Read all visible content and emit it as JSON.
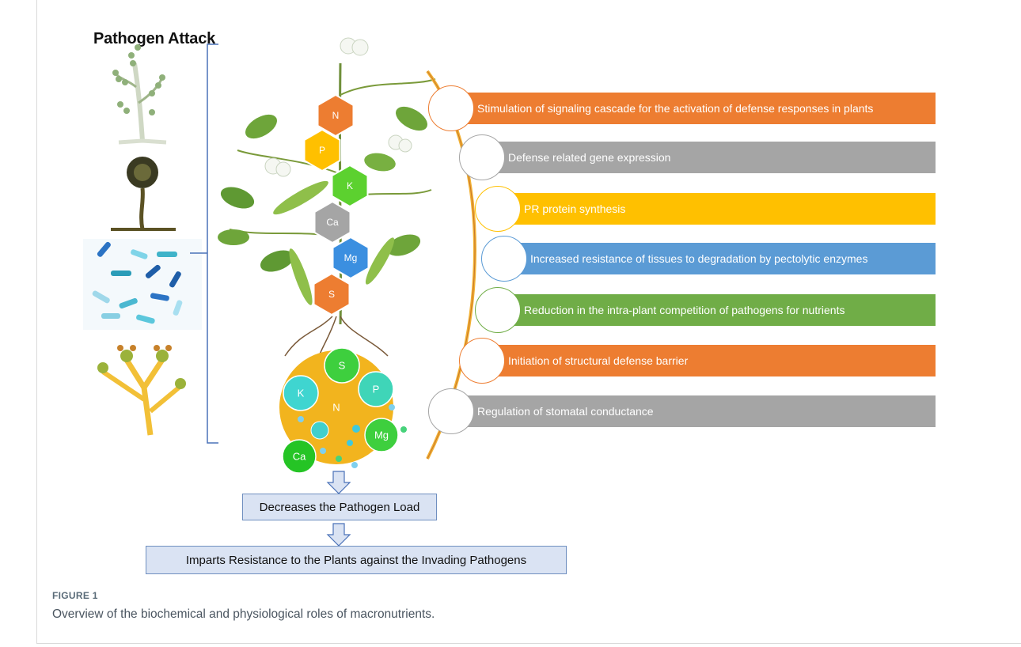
{
  "diagram": {
    "title": "Pathogen Attack",
    "hexagons": [
      {
        "label": "N",
        "color": "#ed7d31"
      },
      {
        "label": "P",
        "color": "#ffc000"
      },
      {
        "label": "K",
        "color": "#5cd12f"
      },
      {
        "label": "Ca",
        "color": "#a5a5a5"
      },
      {
        "label": "Mg",
        "color": "#3b8fe0"
      },
      {
        "label": "S",
        "color": "#ed7d31"
      }
    ],
    "soil_center_label": "N",
    "soil_balls": [
      {
        "label": "S",
        "color": "#3ecf3e"
      },
      {
        "label": "K",
        "color": "#3fd5d0"
      },
      {
        "label": "P",
        "color": "#3fd5b8"
      },
      {
        "label": "Mg",
        "color": "#3ecf3e"
      },
      {
        "label": "Ca",
        "color": "#25c425"
      }
    ],
    "roles": [
      {
        "text": "Stimulation of signaling cascade for the activation of defense responses in plants",
        "color": "#ed7d31"
      },
      {
        "text": "Defense related gene expression",
        "color": "#a5a5a5"
      },
      {
        "text": "PR protein synthesis",
        "color": "#ffc000"
      },
      {
        "text": "Increased resistance of tissues to degradation by pectolytic enzymes",
        "color": "#5b9bd5"
      },
      {
        "text": "Reduction in the intra-plant competition of pathogens for nutrients",
        "color": "#70ad47"
      },
      {
        "text": "Initiation of structural defense barrier",
        "color": "#ed7d31"
      },
      {
        "text": "Regulation of stomatal conductance",
        "color": "#a5a5a5"
      }
    ],
    "outcome_1": "Decreases the Pathogen Load",
    "outcome_2": "Imparts Resistance to the Plants against the Invading Pathogens"
  },
  "figure": {
    "label": "FIGURE 1",
    "caption": "Overview of the biochemical and physiological roles of macronutrients."
  }
}
